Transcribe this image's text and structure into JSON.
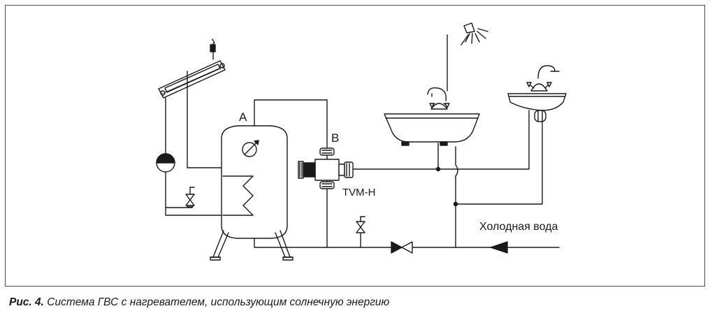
{
  "labels": {
    "a": "A",
    "b": "B",
    "tvm": "TVM-H",
    "cold_water": "Холодная вода"
  },
  "caption": {
    "prefix": "Рис. 4.",
    "text": " Система ГВС с нагревателем, использующим солнечную энергию"
  }
}
